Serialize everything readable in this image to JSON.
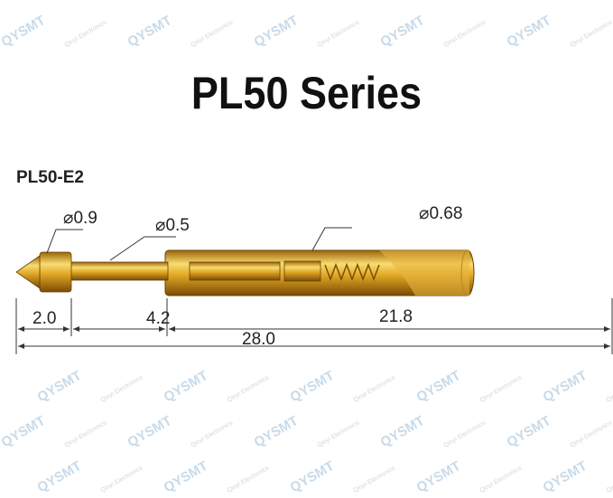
{
  "title": "PL50 Series",
  "model": "PL50-E2",
  "diameters": {
    "head": "⌀0.9",
    "plunger": "⌀0.5",
    "barrel": "⌀0.68"
  },
  "dimensions": {
    "tip": "2.0",
    "plunger": "4.2",
    "barrel": "21.8",
    "total": "28.0"
  },
  "watermark": {
    "logo": "QYSMT",
    "company": "Qinyi Electronics"
  },
  "colors": {
    "gold": "#d9a21c",
    "gold_light": "#f6d56a",
    "gold_dark": "#8a5a08"
  }
}
